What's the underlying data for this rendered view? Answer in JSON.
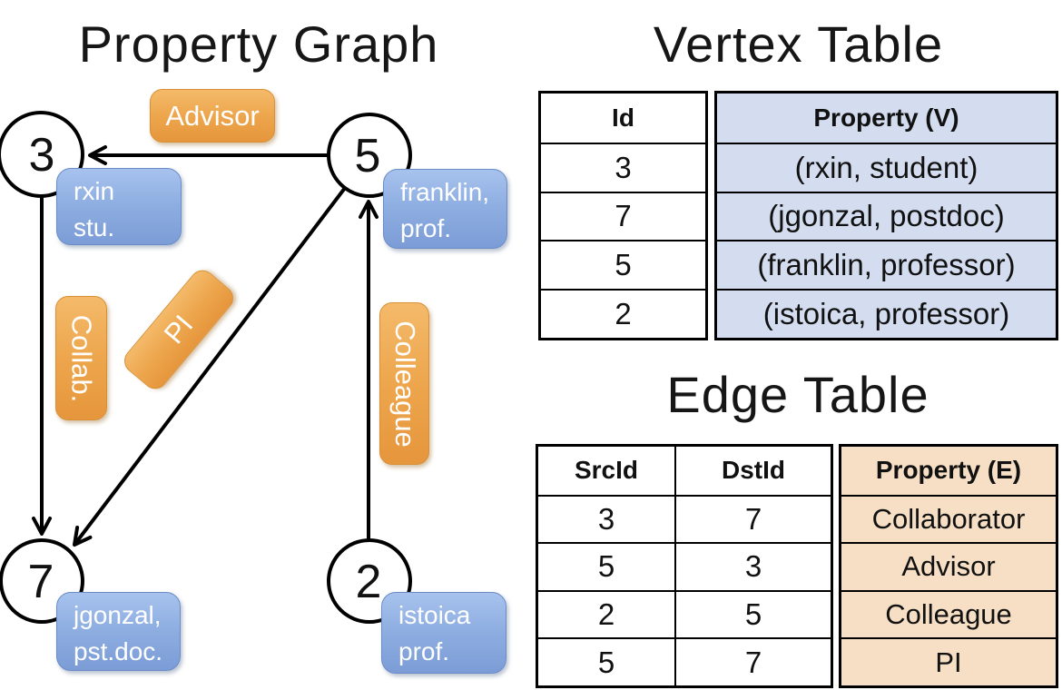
{
  "graph": {
    "title": "Property Graph",
    "vertices": [
      {
        "id": "3",
        "line1": "rxin",
        "line2": "stu."
      },
      {
        "id": "5",
        "line1": "franklin,",
        "line2": "prof."
      },
      {
        "id": "7",
        "line1": "jgonzal,",
        "line2": "pst.doc."
      },
      {
        "id": "2",
        "line1": "istoica",
        "line2": "prof."
      }
    ],
    "edges": [
      {
        "label": "Advisor",
        "src": "5",
        "dst": "3"
      },
      {
        "label": "Collab.",
        "src": "3",
        "dst": "7"
      },
      {
        "label": "PI",
        "src": "5",
        "dst": "7"
      },
      {
        "label": "Colleague",
        "src": "2",
        "dst": "5"
      }
    ]
  },
  "vertex_table": {
    "title": "Vertex Table",
    "columns": [
      "Id",
      "Property (V)"
    ],
    "rows": [
      [
        "3",
        "(rxin, student)"
      ],
      [
        "7",
        "(jgonzal, postdoc)"
      ],
      [
        "5",
        "(franklin, professor)"
      ],
      [
        "2",
        "(istoica, professor)"
      ]
    ]
  },
  "edge_table": {
    "title": "Edge Table",
    "columns": [
      "SrcId",
      "DstId",
      "Property (E)"
    ],
    "rows": [
      [
        "3",
        "7",
        "Collaborator"
      ],
      [
        "5",
        "3",
        "Advisor"
      ],
      [
        "2",
        "5",
        "Colleague"
      ],
      [
        "5",
        "7",
        "PI"
      ]
    ]
  },
  "colors": {
    "vertex_box_top": "#a7c2ed",
    "vertex_box_bottom": "#7b9cd6",
    "edge_box_top": "#f4ba6a",
    "edge_box_bottom": "#e6963c",
    "vertex_table_fill": "#d3ddef",
    "edge_table_fill": "#f6dfc4",
    "line": "#000000"
  }
}
